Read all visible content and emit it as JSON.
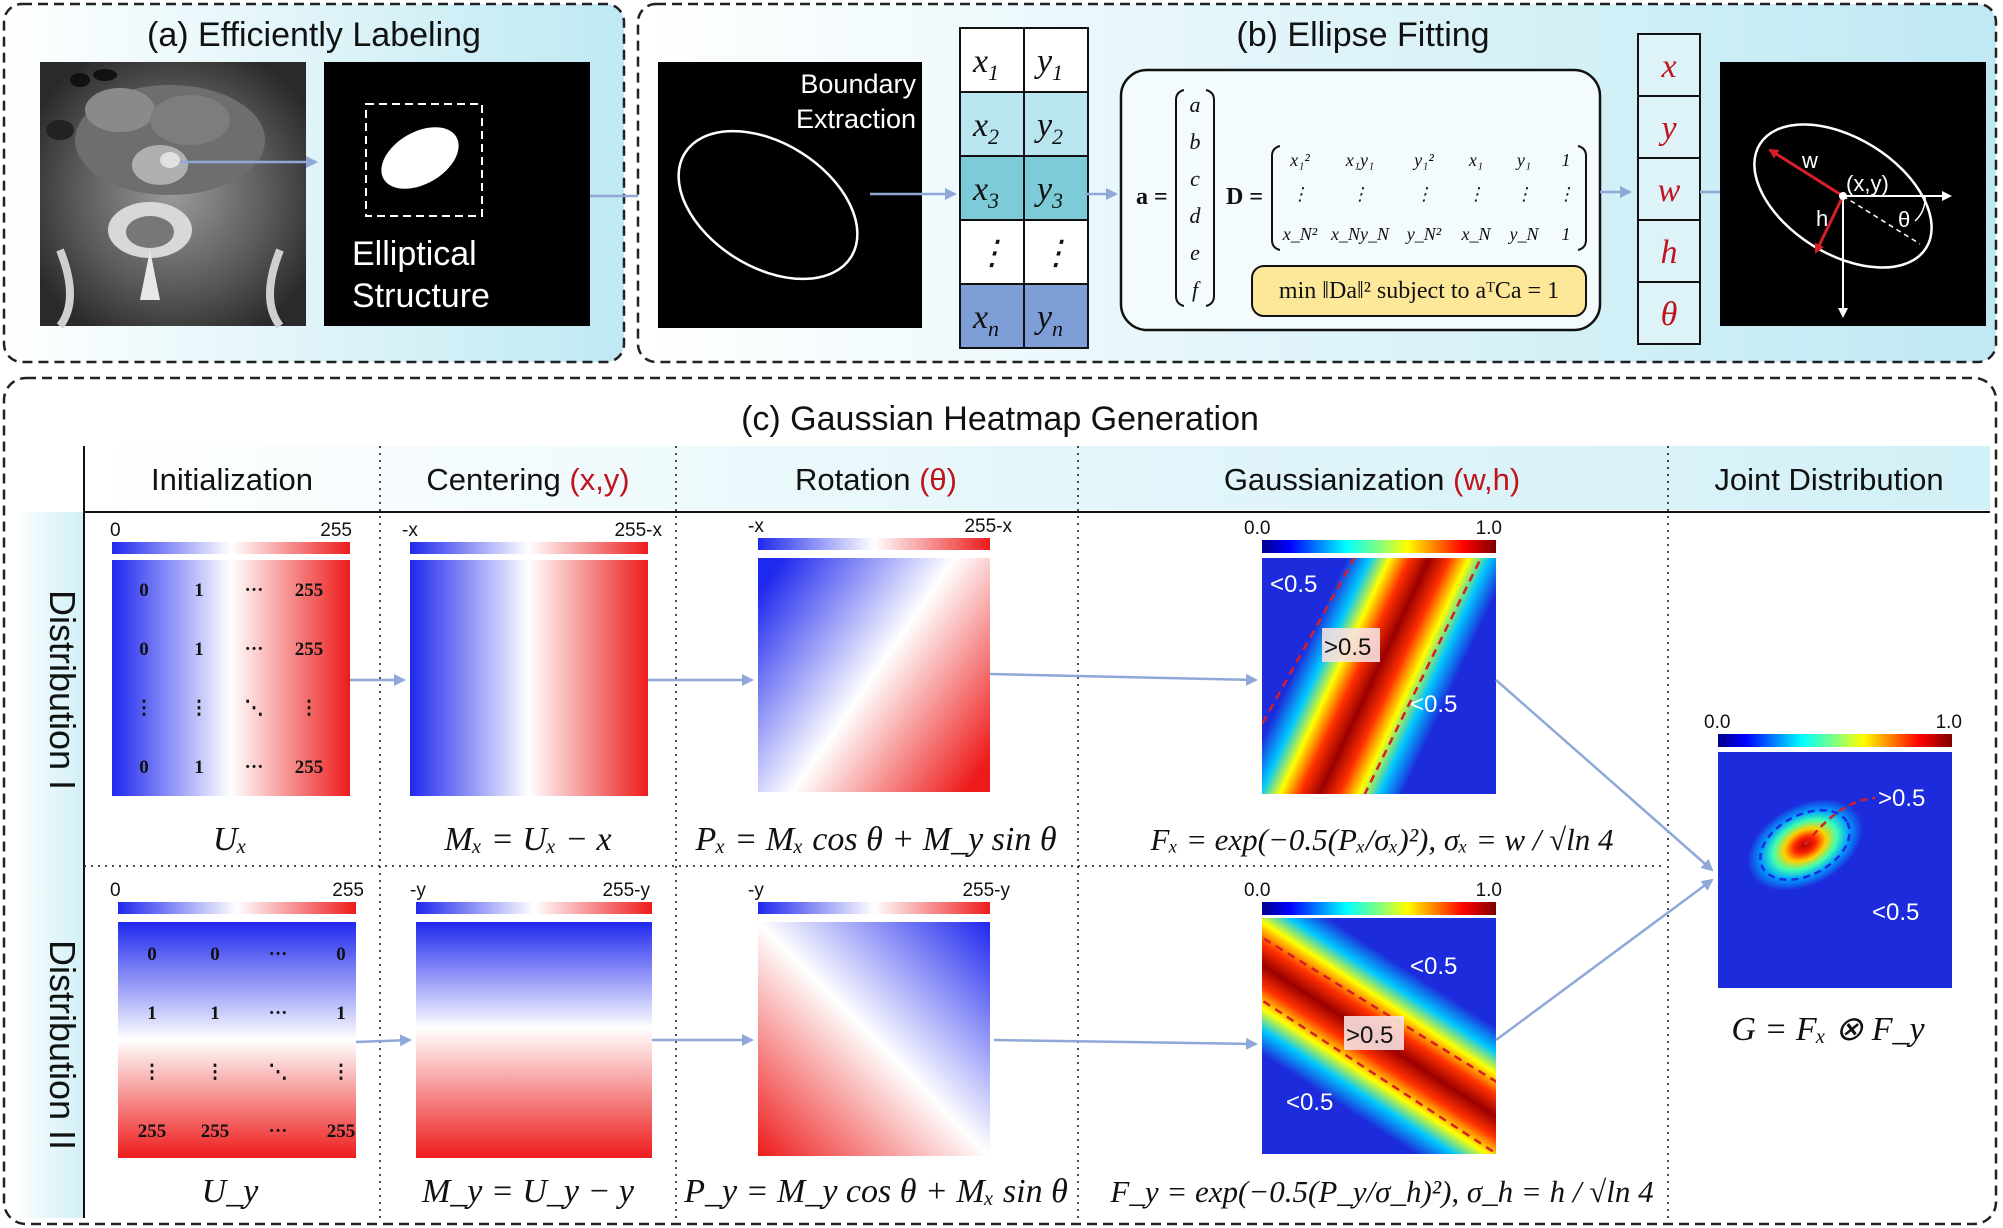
{
  "panel_a": {
    "title": "(a) Efficiently Labeling",
    "label_line1": "Elliptical",
    "label_line2": "Structure"
  },
  "panel_b": {
    "title": "(b) Ellipse Fitting",
    "boundary_line1": "Boundary",
    "boundary_line2": "Extraction",
    "points_table": [
      {
        "x": "x",
        "xs": "1",
        "y": "y",
        "ys": "1"
      },
      {
        "x": "x",
        "xs": "2",
        "y": "y",
        "ys": "2"
      },
      {
        "x": "x",
        "xs": "3",
        "y": "y",
        "ys": "3"
      },
      {
        "x": "⋮",
        "xs": "",
        "y": "⋮",
        "ys": ""
      },
      {
        "x": "x",
        "xs": "n",
        "y": "y",
        "ys": "n"
      }
    ],
    "vector_a_label": "a =",
    "vector_a": [
      "a",
      "b",
      "c",
      "d",
      "e",
      "f"
    ],
    "matrix_d_label": "D =",
    "matrix_row1": [
      "x₁²",
      "x₁y₁",
      "y₁²",
      "x₁",
      "y₁",
      "1"
    ],
    "matrix_row2": [
      "⋮",
      "⋮",
      "⋮",
      "⋮",
      "⋮",
      "⋮"
    ],
    "matrix_row3": [
      "x_N²",
      "x_Ny_N",
      "y_N²",
      "x_N",
      "y_N",
      "1"
    ],
    "objective": "min ‖Da‖²  subject to aᵀCa = 1",
    "params": [
      "x",
      "y",
      "w",
      "h",
      "θ"
    ],
    "ellipse_labels": {
      "w": "w",
      "h": "h",
      "center": "(x,y)",
      "theta": "θ"
    }
  },
  "panel_c": {
    "title": "(c) Gaussian Heatmap Generation",
    "columns": [
      {
        "label": "Initialization",
        "highlight": ""
      },
      {
        "label": "Centering ",
        "highlight": "(x,y)"
      },
      {
        "label": "Rotation ",
        "highlight": "(θ)"
      },
      {
        "label": "Gaussianization ",
        "highlight": "(w,h)"
      },
      {
        "label": "Joint Distribution",
        "highlight": ""
      }
    ],
    "rows": [
      "Distribution I",
      "Distribution II"
    ],
    "cb_init": [
      "0",
      "255"
    ],
    "cb_cent_1": [
      "-x",
      "255-x"
    ],
    "cb_cent_2": [
      "-y",
      "255-y"
    ],
    "cb_rot_1": [
      "-x",
      "255-x"
    ],
    "cb_rot_2": [
      "-y",
      "255-y"
    ],
    "cb_gauss": [
      "0.0",
      "1.0"
    ],
    "grid_ux": [
      [
        "0",
        "1",
        "···",
        "255"
      ],
      [
        "0",
        "1",
        "···",
        "255"
      ],
      [
        "⋮",
        "⋮",
        "⋱",
        "⋮"
      ],
      [
        "0",
        "1",
        "···",
        "255"
      ]
    ],
    "grid_uy": [
      [
        "0",
        "0",
        "···",
        "0"
      ],
      [
        "1",
        "1",
        "···",
        "1"
      ],
      [
        "⋮",
        "⋮",
        "⋱",
        "⋮"
      ],
      [
        "255",
        "255",
        "···",
        "255"
      ]
    ],
    "labels": {
      "lt": "<0.5",
      "gt": ">0.5"
    },
    "formulas": {
      "ux": "Uₓ",
      "uy": "U_y",
      "mx": "Mₓ = Uₓ − x",
      "my": "M_y = U_y − y",
      "px": "Pₓ = Mₓ cos θ + M_y sin θ",
      "py": "P_y = M_y cos θ + Mₓ sin θ",
      "fx": "Fₓ = exp(−0.5(Pₓ/σₓ)²),  σₓ = w / √ln 4",
      "fy": "F_y = exp(−0.5(P_y/σ_h)²),  σ_h = h / √ln 4",
      "g": "G = Fₓ ⊗ F_y"
    }
  }
}
